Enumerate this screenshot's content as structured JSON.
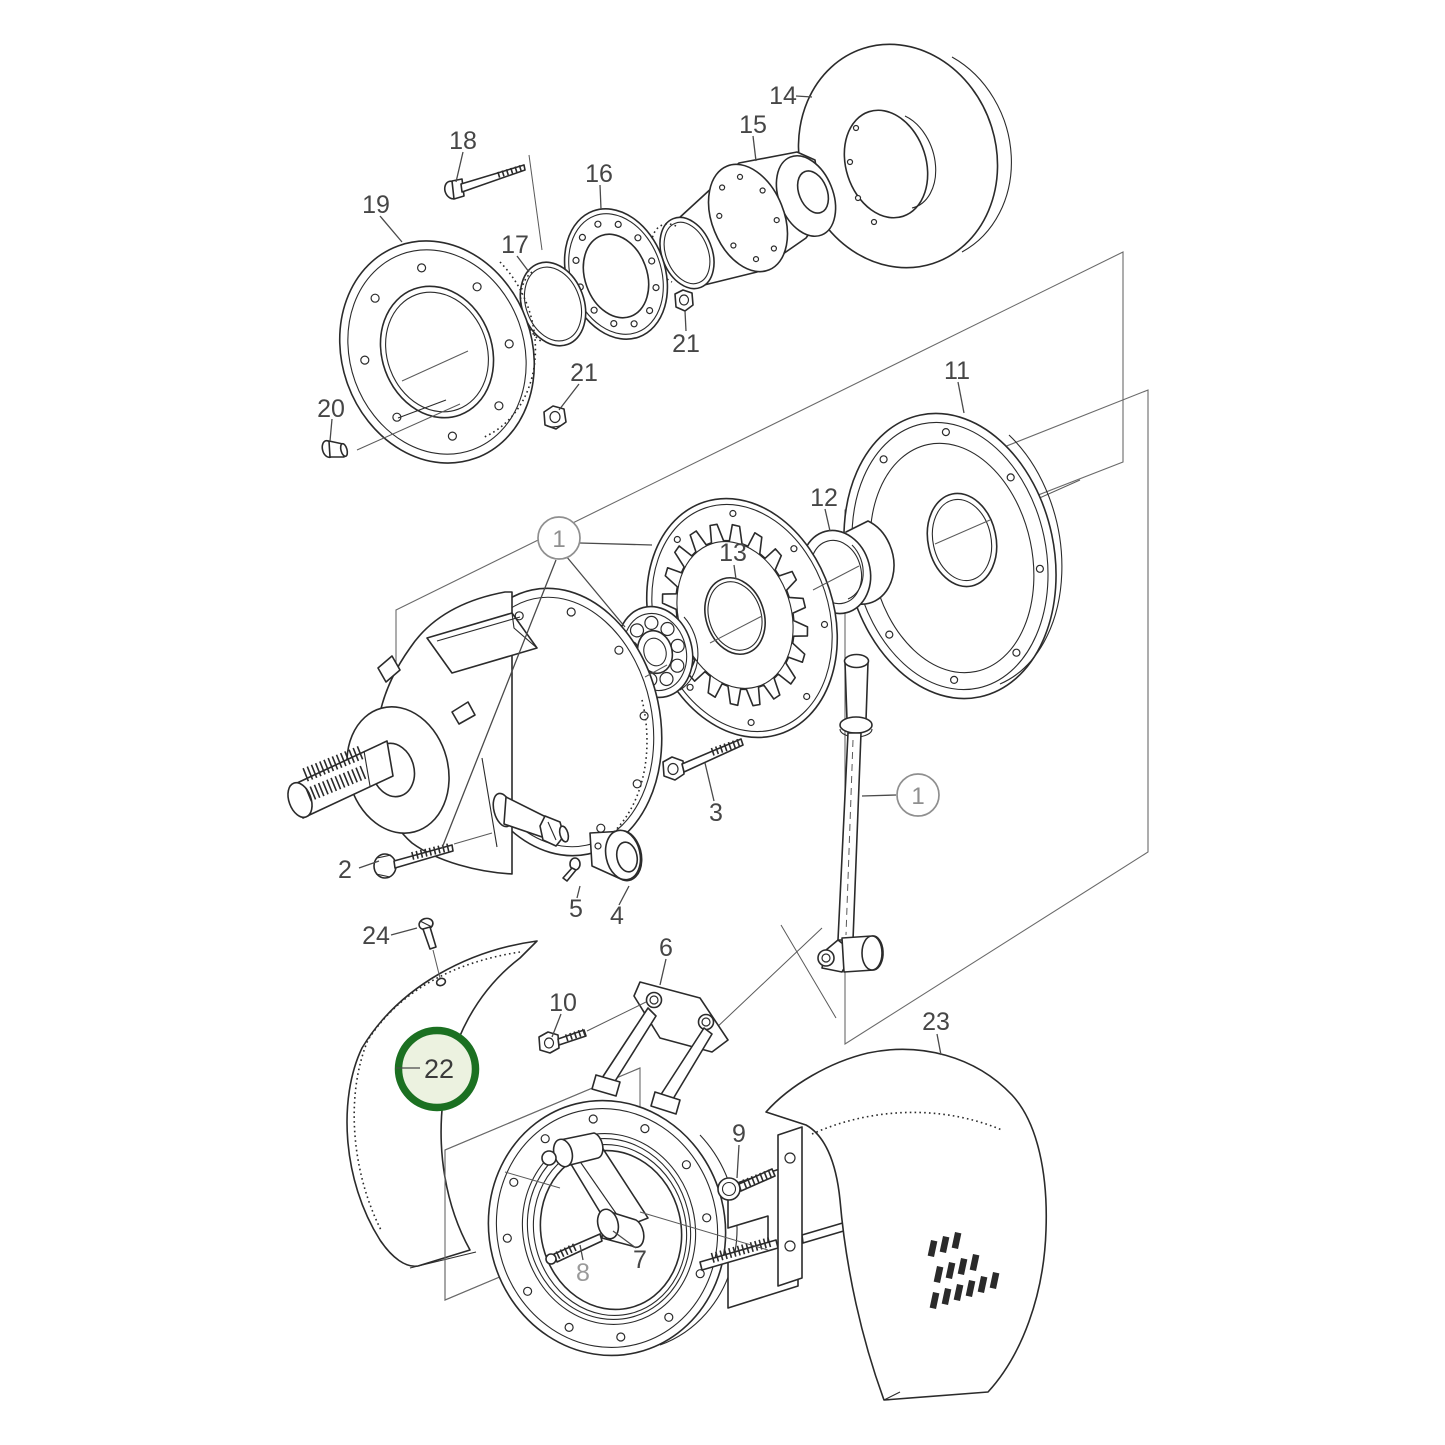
{
  "diagram": {
    "type": "exploded-parts-diagram",
    "background_color": "#ffffff",
    "ink_color": "#2b2b2b",
    "label_color": "#464646",
    "callout_circle_color": "#8f8f8f",
    "callouts": {
      "1": "1",
      "2": "2",
      "3": "3",
      "4": "4",
      "5": "5",
      "6": "6",
      "7": "7",
      "8": "8",
      "9": "9",
      "10": "10",
      "11": "11",
      "12": "12",
      "13": "13",
      "14": "14",
      "15": "15",
      "16": "16",
      "17": "17",
      "18": "18",
      "19": "19",
      "20": "20",
      "21": "21",
      "22": "22",
      "23": "23",
      "24": "24"
    },
    "highlighted_part": {
      "label": "22",
      "ring_color": "#1b7021",
      "fill_color": "#ecf2e0"
    }
  }
}
